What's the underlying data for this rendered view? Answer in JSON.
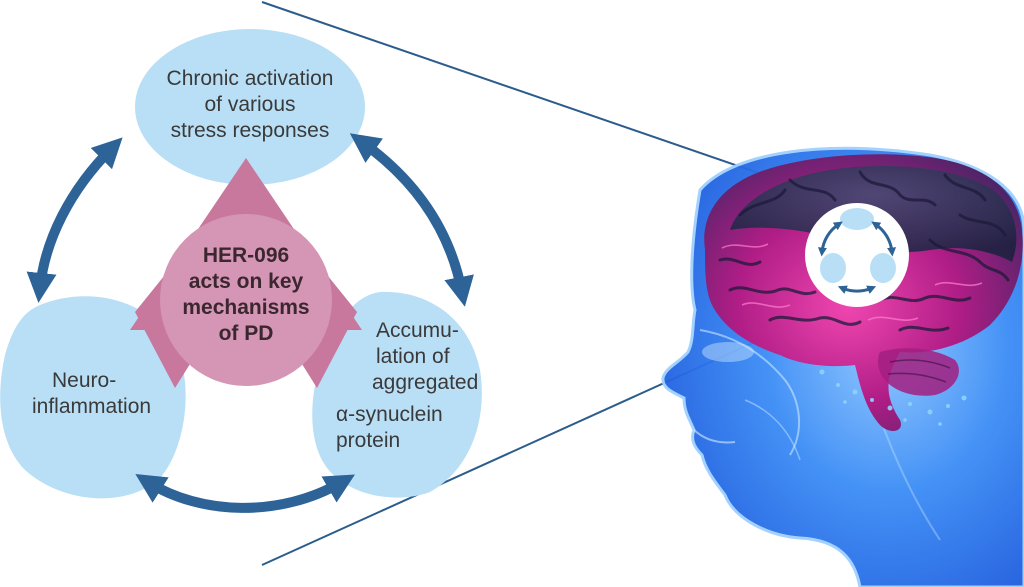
{
  "diagram": {
    "top_node": {
      "lines": [
        "Chronic activation",
        "of various",
        "stress responses"
      ]
    },
    "left_node": {
      "lines": [
        "Neuro-",
        "inflammation"
      ]
    },
    "right_node": {
      "lines": [
        "Accumu-",
        "lation of",
        "aggregated",
        "α-synuclein",
        "protein"
      ]
    },
    "center": {
      "lines": [
        "HER-096",
        "acts on key",
        "mechanisms",
        "of PD"
      ]
    }
  },
  "colors": {
    "node_fill": "#b8dff6",
    "center_fill": "#d595b4",
    "triangle_fill": "#c8789d",
    "arrow": "#2e6397",
    "connector_line": "#2b5c8c",
    "head_glow": "#2a74ee",
    "brain_magenta": "#d8288f",
    "brain_dark": "#2c2d4f"
  },
  "icons": [
    "cycle-icon",
    "brain-illustration",
    "head-illustration"
  ]
}
